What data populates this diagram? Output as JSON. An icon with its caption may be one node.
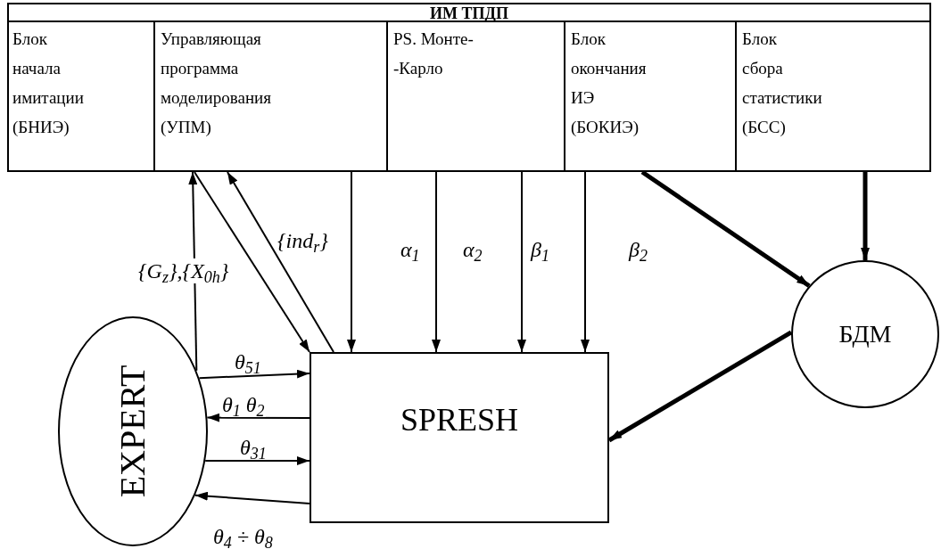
{
  "diagram": {
    "nodes": [
      {
        "text": [
          "ИМ ТПДП"
        ]
      },
      {
        "text": [
          "Блок начала имитации (БНИЭ)"
        ],
        "in": 0
      },
      {
        "text": [
          "Управляющая программа моделирования (УПМ)"
        ],
        "in": 0
      },
      {
        "text": [
          "PS. Монте- -Карло"
        ],
        "in": 0
      },
      {
        "text": [
          "Блок окончания ИЭ (БОКИЭ)"
        ],
        "in": 0
      },
      {
        "text": [
          "Блок сбора статистики (БСС)"
        ],
        "in": 0
      },
      {
        "text": [
          "EXPERT"
        ]
      },
      {
        "text": [
          "SPRESH"
        ]
      },
      {
        "text": [
          "БДМ"
        ]
      }
    ],
    "edges": [
      {
        "from": 6,
        "to": 2,
        "arrow": "to",
        "label": "{G$_{z}$},{X$_{0h}$}"
      },
      {
        "from": 2,
        "to": 7,
        "arrow": "to"
      },
      {
        "from": 7,
        "to": 2,
        "arrow": "to",
        "label": "{ind$_{r}$}"
      },
      {
        "from": 2,
        "to": 7,
        "arrow": "to",
        "label": "α$_{1}$"
      },
      {
        "from": 3,
        "to": 7,
        "arrow": "to",
        "label": "α$_{2}$"
      },
      {
        "from": 3,
        "to": 7,
        "arrow": "to",
        "label": "β$_{1}$"
      },
      {
        "from": 4,
        "to": 7,
        "arrow": "to",
        "label": "β$_{2}$"
      },
      {
        "from": 4,
        "to": 8,
        "arrow": "to",
        "style": "thick"
      },
      {
        "from": 5,
        "to": 8,
        "arrow": "to",
        "style": "thick"
      },
      {
        "from": 8,
        "to": 7,
        "arrow": "to",
        "style": "thick"
      },
      {
        "from": 6,
        "to": 7,
        "arrow": "to",
        "label": "θ$_{51}$"
      },
      {
        "from": 7,
        "to": 6,
        "arrow": "to",
        "label": "θ$_{1}$ θ$_{2}$"
      },
      {
        "from": 6,
        "to": 7,
        "arrow": "to",
        "label": "θ$_{31}$"
      },
      {
        "from": 7,
        "to": 6,
        "arrow": "to",
        "label": "θ$_{4}$ ÷ θ$_{8}$"
      }
    ]
  }
}
